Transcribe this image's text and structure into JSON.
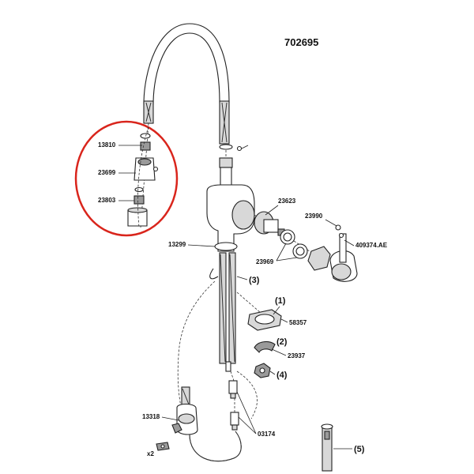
{
  "diagram": {
    "model_number": "702695",
    "highlight_color": "#d9251c",
    "part_labels": {
      "p13810": "13810",
      "p23699": "23699",
      "p23803": "23803",
      "p23623": "23623",
      "p23990": "23990",
      "p409374": "409374.AE",
      "p13299": "13299",
      "p23969": "23969",
      "p58357": "58357",
      "p23937": "23937",
      "p13318": "13318",
      "p03174": "03174"
    },
    "callouts": {
      "c1": "(1)",
      "c2": "(2)",
      "c3": "(3)",
      "c4": "(4)",
      "c5": "(5)"
    },
    "quantity_note": "x2"
  }
}
